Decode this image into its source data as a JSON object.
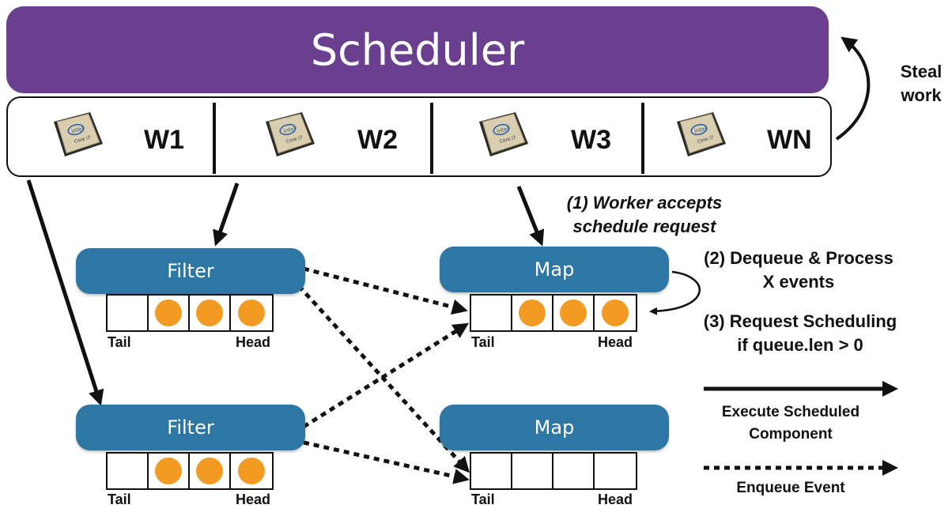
{
  "scheduler": {
    "title": "Scheduler"
  },
  "workers": [
    {
      "label": "W1"
    },
    {
      "label": "W2"
    },
    {
      "label": "W3"
    },
    {
      "label": "WN"
    }
  ],
  "steal": {
    "line1": "Steal",
    "line2": "work"
  },
  "components": {
    "filter_top": {
      "label": "Filter"
    },
    "filter_bottom": {
      "label": "Filter"
    },
    "map_top": {
      "label": "Map"
    },
    "map_bottom": {
      "label": "Map"
    }
  },
  "queue_labels": {
    "tail": "Tail",
    "head": "Head"
  },
  "steps": {
    "step1_line1": "(1) Worker accepts",
    "step1_line2": "schedule request",
    "step2_line1": "(2) Dequeue & Process",
    "step2_line2": "X events",
    "step3_line1": "(3) Request Scheduling",
    "step3_line2": "if queue.len > 0"
  },
  "legend": {
    "solid_line1": "Execute Scheduled",
    "solid_line2": "Component",
    "dotted": "Enqueue Event"
  },
  "colors": {
    "scheduler": "#6B3F8F",
    "component": "#2E76A3",
    "event": "#F39A22"
  },
  "icons": {
    "worker": "cpu-chip-icon"
  }
}
